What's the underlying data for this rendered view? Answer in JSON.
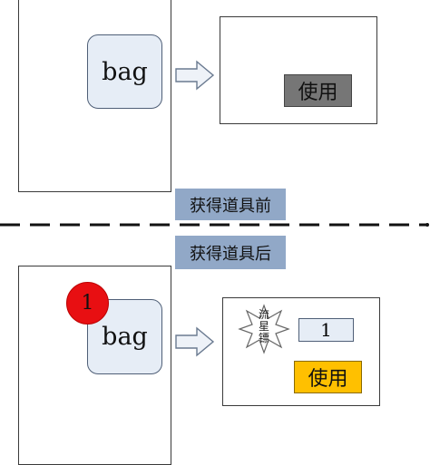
{
  "before": {
    "bag_label": "bag",
    "use_button_label": "使用",
    "caption": "获得道具前"
  },
  "after": {
    "badge_count": "1",
    "bag_label": "bag",
    "item_name": "流星镖",
    "item_quantity": "1",
    "use_button_label": "使用",
    "caption": "获得道具后"
  },
  "colors": {
    "bag_fill": "#e6edf6",
    "caption_fill": "#91a8c7",
    "disabled_button": "#767676",
    "active_button": "#ffc000",
    "badge": "#e80f12"
  }
}
